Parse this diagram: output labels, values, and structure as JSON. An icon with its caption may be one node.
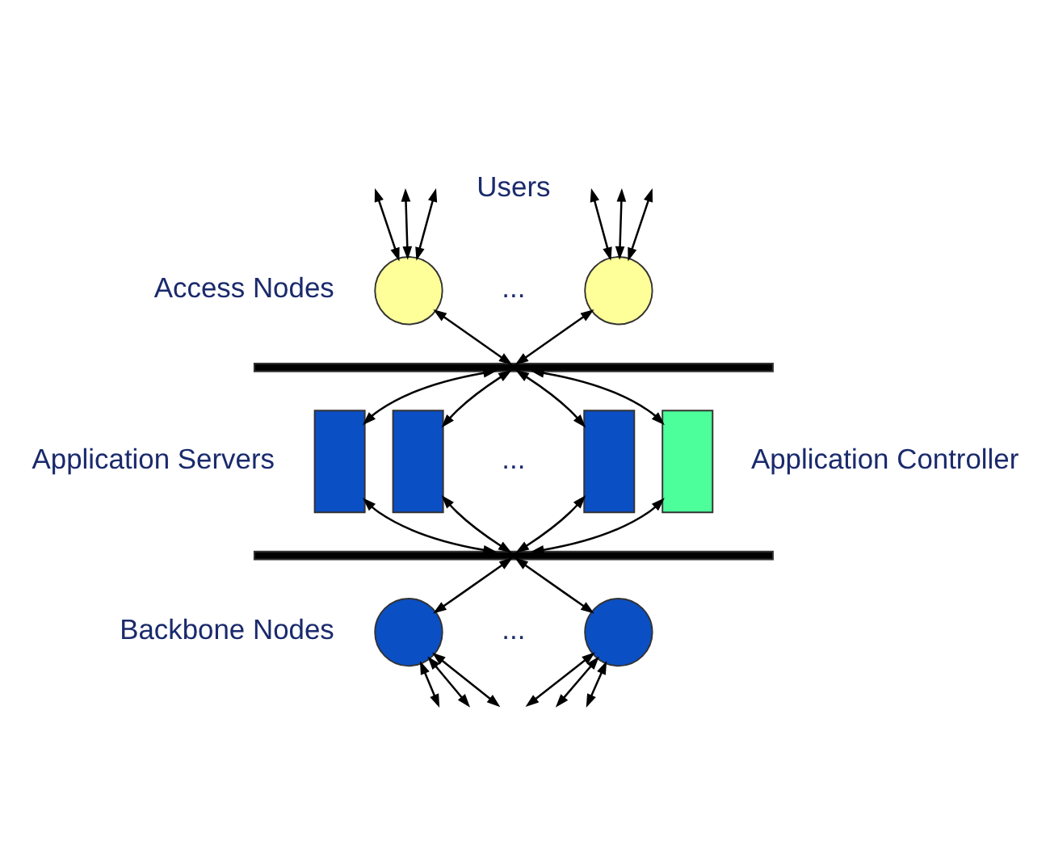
{
  "diagram": {
    "nodes": [
      {
        "text": [],
        "shape": "circle"
      },
      {
        "text": [],
        "shape": "circle"
      },
      {
        "text": [],
        "shape": "bar"
      },
      {
        "text": [],
        "shape": "box"
      },
      {
        "text": [],
        "shape": "box"
      },
      {
        "text": [],
        "shape": "box"
      },
      {
        "text": [],
        "shape": "box"
      },
      {
        "text": [],
        "shape": "bar"
      },
      {
        "text": [],
        "shape": "circle"
      },
      {
        "text": [],
        "shape": "circle"
      }
    ],
    "edges": [
      {
        "from": 0,
        "to": null,
        "arrow": "both"
      },
      {
        "from": 0,
        "to": null,
        "arrow": "both"
      },
      {
        "from": 0,
        "to": null,
        "arrow": "both"
      },
      {
        "from": 1,
        "to": null,
        "arrow": "both"
      },
      {
        "from": 1,
        "to": null,
        "arrow": "both"
      },
      {
        "from": 1,
        "to": null,
        "arrow": "both"
      },
      {
        "from": 0,
        "to": 2,
        "arrow": "both"
      },
      {
        "from": 1,
        "to": 2,
        "arrow": "both"
      },
      {
        "from": 2,
        "to": 3,
        "arrow": "both"
      },
      {
        "from": 2,
        "to": 4,
        "arrow": "both"
      },
      {
        "from": 2,
        "to": 5,
        "arrow": "both"
      },
      {
        "from": 2,
        "to": 6,
        "arrow": "both"
      },
      {
        "from": 3,
        "to": 7,
        "arrow": "both"
      },
      {
        "from": 4,
        "to": 7,
        "arrow": "both"
      },
      {
        "from": 5,
        "to": 7,
        "arrow": "both"
      },
      {
        "from": 6,
        "to": 7,
        "arrow": "both"
      },
      {
        "from": 7,
        "to": 8,
        "arrow": "both"
      },
      {
        "from": 7,
        "to": 9,
        "arrow": "both"
      },
      {
        "from": 8,
        "to": null,
        "arrow": "both"
      },
      {
        "from": 8,
        "to": null,
        "arrow": "both"
      },
      {
        "from": 8,
        "to": null,
        "arrow": "both"
      },
      {
        "from": 9,
        "to": null,
        "arrow": "both"
      },
      {
        "from": 9,
        "to": null,
        "arrow": "both"
      },
      {
        "from": 9,
        "to": null,
        "arrow": "both"
      }
    ],
    "labels": [
      "Users",
      "Access Nodes",
      "...",
      "Application Servers",
      "...",
      "Application Controller",
      "Backbone Nodes",
      "..."
    ]
  }
}
